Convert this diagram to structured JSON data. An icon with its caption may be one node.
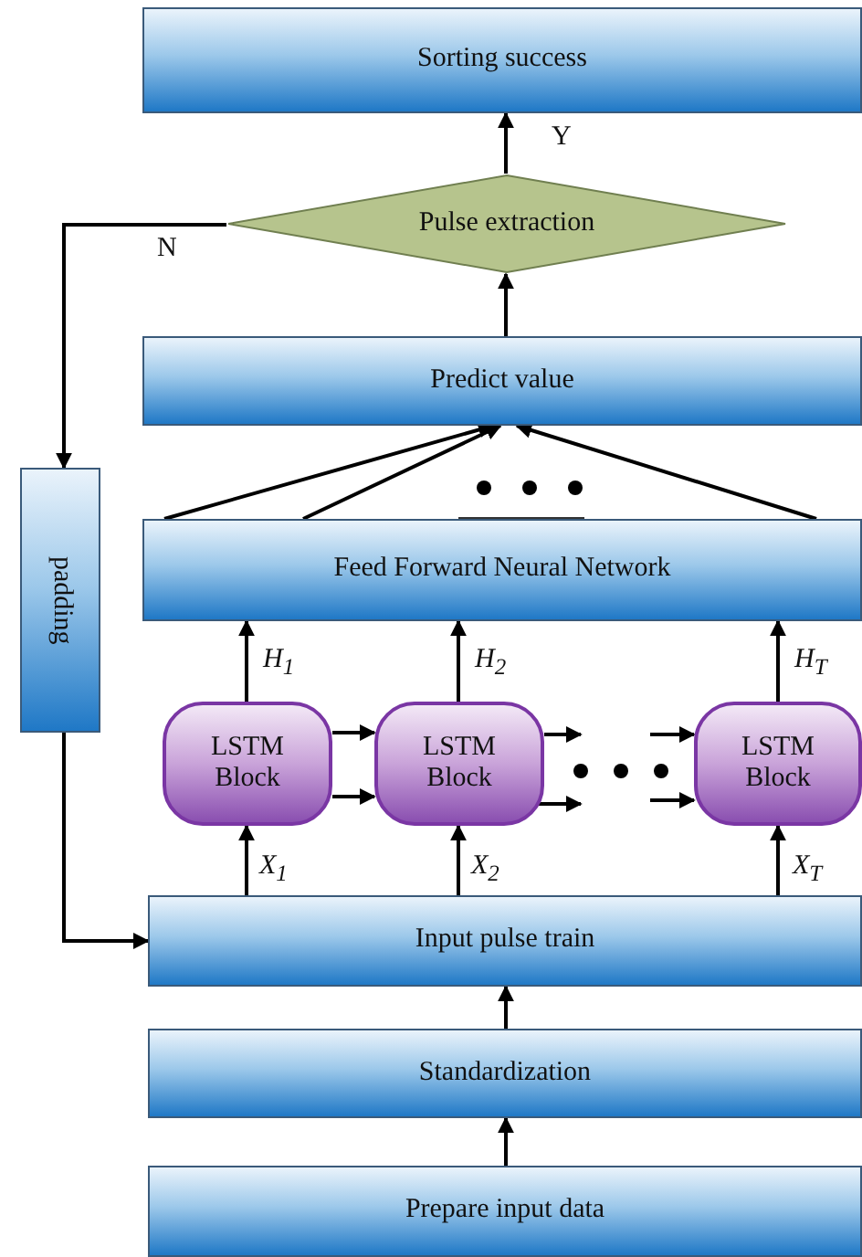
{
  "diagram": {
    "nodes": [
      {
        "text": [
          "Sorting success"
        ]
      },
      {
        "text": [
          "Pulse extraction"
        ]
      },
      {
        "text": [
          "Predict value"
        ]
      },
      {
        "text": [
          "Feed Forward Neural Network"
        ]
      },
      {
        "text": [
          "padding"
        ]
      },
      {
        "text": [
          "LSTM Block"
        ]
      },
      {
        "text": [
          "LSTM Block"
        ]
      },
      {
        "text": [
          "LSTM Block"
        ]
      },
      {
        "text": [
          "Input pulse train"
        ]
      },
      {
        "text": [
          "Standardization"
        ]
      },
      {
        "text": [
          "Prepare input data"
        ]
      }
    ],
    "edges": [
      {
        "from": 1,
        "to": 0,
        "arrow": "to",
        "label": "Y"
      },
      {
        "from": 2,
        "to": 1,
        "arrow": "to"
      },
      {
        "from": 3,
        "to": 2,
        "arrow": "to"
      },
      {
        "from": 3,
        "to": 2,
        "arrow": "to"
      },
      {
        "from": 3,
        "to": 2,
        "arrow": "to"
      },
      {
        "from": 1,
        "to": 4,
        "arrow": "to",
        "label": "N"
      },
      {
        "from": 4,
        "to": 8,
        "arrow": "to"
      },
      {
        "from": 5,
        "to": 3,
        "arrow": "to",
        "label": "H$_{1}$"
      },
      {
        "from": 6,
        "to": 3,
        "arrow": "to",
        "label": "H$_{2}$"
      },
      {
        "from": 7,
        "to": 3,
        "arrow": "to",
        "label": "H$_{T}$"
      },
      {
        "from": 8,
        "to": 5,
        "arrow": "to",
        "label": "X$_{1}$"
      },
      {
        "from": 8,
        "to": 6,
        "arrow": "to",
        "label": "X$_{2}$"
      },
      {
        "from": 8,
        "to": 7,
        "arrow": "to",
        "label": "X$_{T}$"
      },
      {
        "from": 5,
        "to": 6,
        "arrow": "to"
      },
      {
        "from": 5,
        "to": 6,
        "arrow": "to"
      },
      {
        "from": 6,
        "to": null,
        "arrow": "to"
      },
      {
        "from": 6,
        "to": null,
        "arrow": "to"
      },
      {
        "from": null,
        "to": 7,
        "arrow": "to"
      },
      {
        "from": null,
        "to": 7,
        "arrow": "to"
      },
      {
        "from": 9,
        "to": 8,
        "arrow": "to"
      },
      {
        "from": 10,
        "to": 9,
        "arrow": "to"
      }
    ]
  }
}
